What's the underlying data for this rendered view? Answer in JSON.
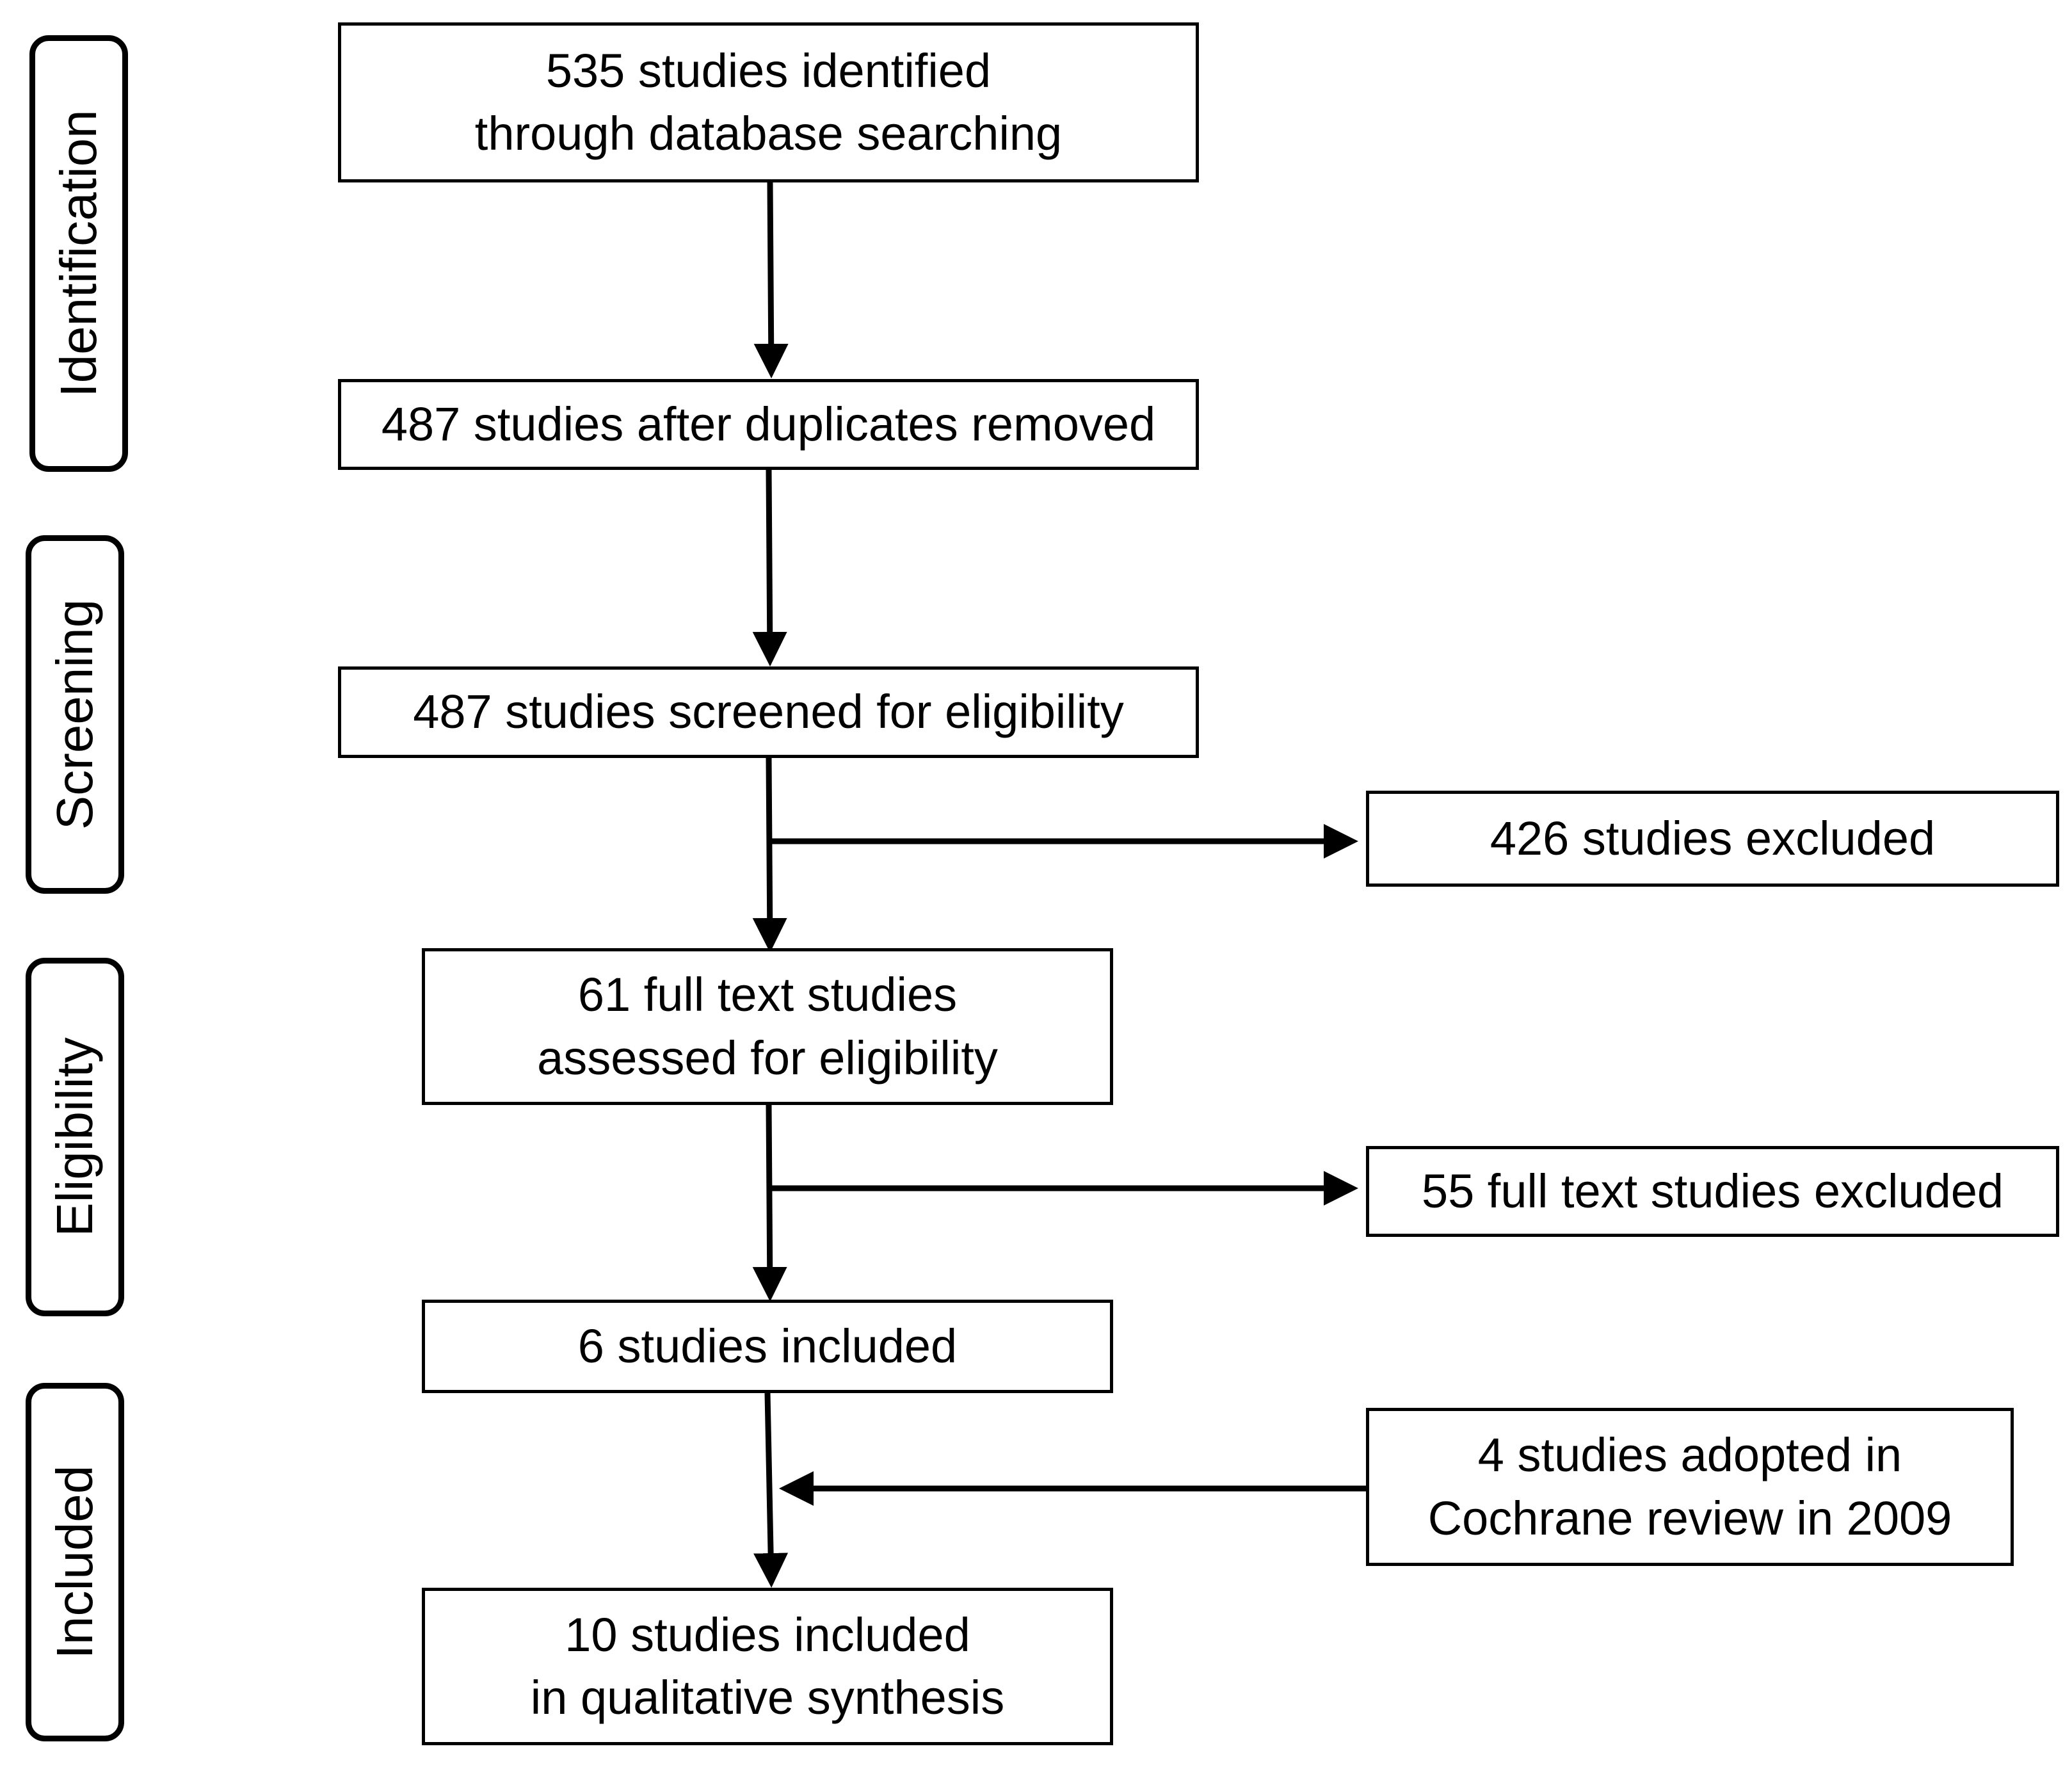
{
  "stages": {
    "identification": "Identification",
    "screening": "Screening",
    "eligibility": "Eligibility",
    "included": "Included"
  },
  "boxes": {
    "identified": "535 studies identified\nthrough database searching",
    "after_duplicates": "487 studies after duplicates removed",
    "screened": "487 studies screened for eligibility",
    "excluded": "426 studies excluded",
    "full_text_assessed": "61 full text studies\nassessed for eligibility",
    "full_text_excluded": "55 full text studies excluded",
    "six_included": "6 studies included",
    "cochrane_adopted": "4 studies adopted in\nCochrane review in 2009",
    "final_included": "10 studies included\nin qualitative synthesis"
  },
  "colors": {
    "line": "#000000",
    "background": "#ffffff"
  }
}
